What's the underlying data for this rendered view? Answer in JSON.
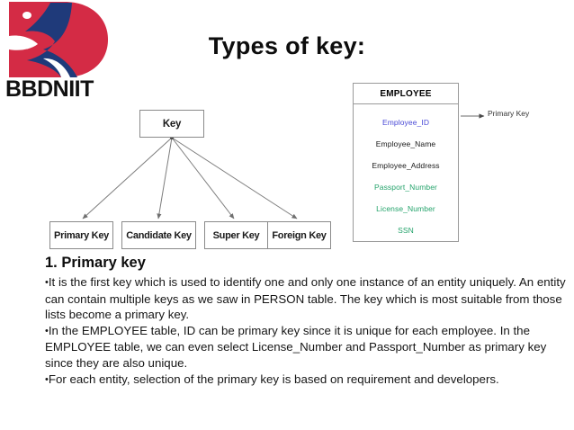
{
  "logo": {
    "wordmark": "BBDNIIT",
    "red": "#D42B45",
    "blue": "#1F3A7A",
    "mark_name": "bbdniit-logo-mark"
  },
  "title": "Types of key:",
  "diagram": {
    "root_label": "Key",
    "children": [
      {
        "label": "Primary Key"
      },
      {
        "label": "Candidate Key"
      },
      {
        "label": "Super Key"
      },
      {
        "label": "Foreign Key"
      }
    ]
  },
  "entity": {
    "name": "EMPLOYEE",
    "fields": [
      {
        "label": "Employee_ID",
        "color": "#4A4AD6"
      },
      {
        "label": "Employee_Name",
        "color": "#1a1a1a"
      },
      {
        "label": "Employee_Address",
        "color": "#1a1a1a"
      },
      {
        "label": "Passport_Number",
        "color": "#24A36B"
      },
      {
        "label": "License_Number",
        "color": "#24A36B"
      },
      {
        "label": "SSN",
        "color": "#24A36B"
      }
    ],
    "callout": "Primary Key"
  },
  "content": {
    "heading": "1. Primary key",
    "bullets": [
      "It is the first key which is used to identify one and only one instance of an entity uniquely. An entity can contain multiple keys as we saw in PERSON table. The key which is most suitable from those lists become a primary key.",
      "In the EMPLOYEE table, ID can be primary key since it is unique for each employee. In the EMPLOYEE table, we can even select License_Number and Passport_Number as primary key since they are also unique.",
      "For each entity, selection of the primary key is based on requirement and developers."
    ]
  }
}
